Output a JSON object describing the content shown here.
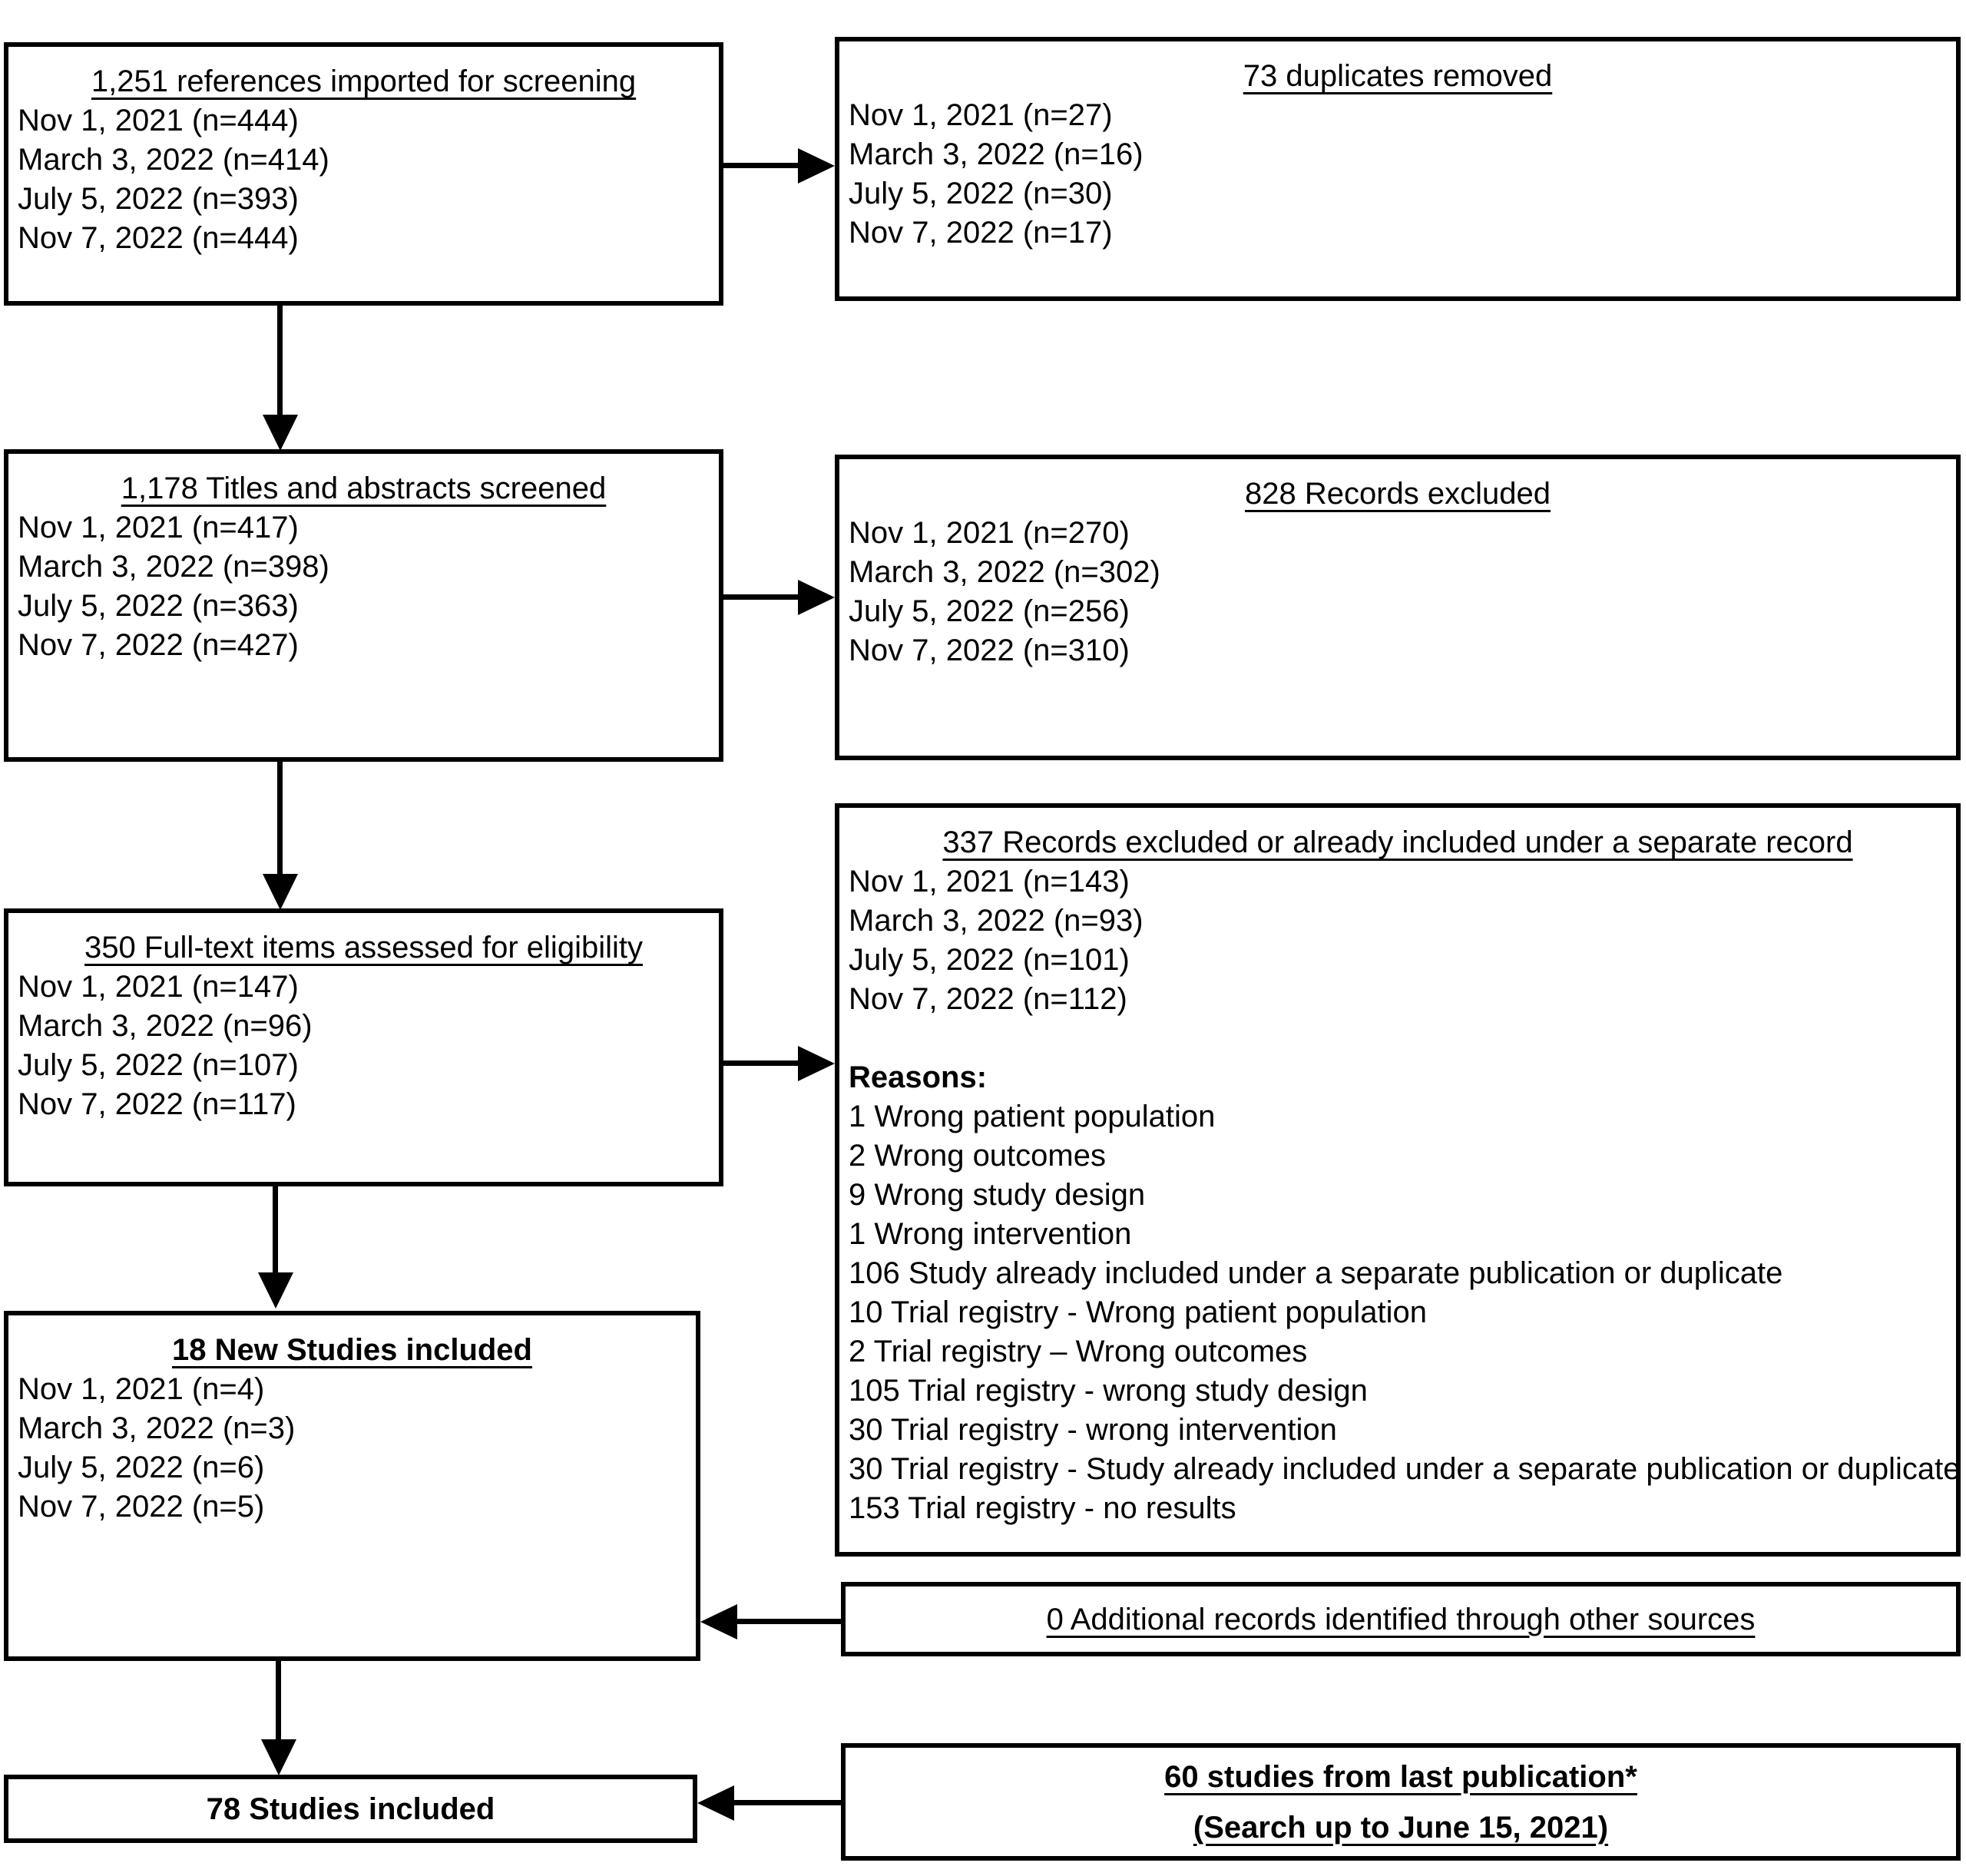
{
  "page": {
    "background": "#ffffff",
    "ink": "#000000"
  },
  "boxes": {
    "imported": {
      "title": "1,251 references imported for screening",
      "lines": [
        "Nov 1, 2021 (n=444)",
        "March 3, 2022 (n=414)",
        "July 5, 2022 (n=393)",
        "Nov 7, 2022 (n=444)"
      ]
    },
    "duplicates": {
      "title": "73 duplicates removed",
      "lines": [
        "Nov 1, 2021 (n=27)",
        "March 3, 2022 (n=16)",
        "July 5, 2022 (n=30)",
        "Nov 7, 2022 (n=17)"
      ]
    },
    "screened": {
      "title": "1,178 Titles and abstracts screened",
      "lines": [
        "Nov 1, 2021 (n=417)",
        "March 3, 2022 (n=398)",
        "July 5, 2022 (n=363)",
        "Nov 7, 2022 (n=427)"
      ]
    },
    "records_excluded": {
      "title": "828 Records excluded",
      "lines": [
        "Nov 1, 2021 (n=270)",
        "March 3, 2022 (n=302)",
        "July 5, 2022 (n=256)",
        "Nov 7, 2022 (n=310)"
      ]
    },
    "fulltext": {
      "title": "350 Full-text items assessed for eligibility",
      "lines": [
        "Nov 1, 2021 (n=147)",
        "March 3, 2022 (n=96)",
        "July 5, 2022 (n=107)",
        "Nov 7, 2022 (n=117)"
      ]
    },
    "fulltext_excluded": {
      "title": "337 Records excluded or already included under a separate record",
      "lines": [
        "Nov 1, 2021 (n=143)",
        "March 3, 2022 (n=93)",
        "July 5, 2022 (n=101)",
        "Nov 7, 2022 (n=112)"
      ],
      "reasons_label": "Reasons:",
      "reasons": [
        "1 Wrong patient population",
        "2 Wrong outcomes",
        "9 Wrong study design",
        "1 Wrong intervention",
        "106 Study already included under a separate publication or duplicate",
        "10 Trial registry - Wrong patient population",
        "2 Trial registry – Wrong outcomes",
        "105 Trial registry - wrong study design",
        "30 Trial registry - wrong intervention",
        "30 Trial registry - Study already included under a separate publication or duplicate",
        "153 Trial registry - no results"
      ]
    },
    "new_included": {
      "title": "18 New Studies included",
      "lines": [
        "Nov 1, 2021 (n=4)",
        "March 3, 2022 (n=3)",
        "July 5, 2022 (n=6)",
        "Nov 7, 2022 (n=5)"
      ]
    },
    "additional": {
      "title": "0 Additional records identified through other sources"
    },
    "total_included": {
      "title": "78 Studies included"
    },
    "last_publication": {
      "title_line1": "60 studies from last publication*",
      "title_line2": "(Search up to June 15, 2021)"
    }
  }
}
